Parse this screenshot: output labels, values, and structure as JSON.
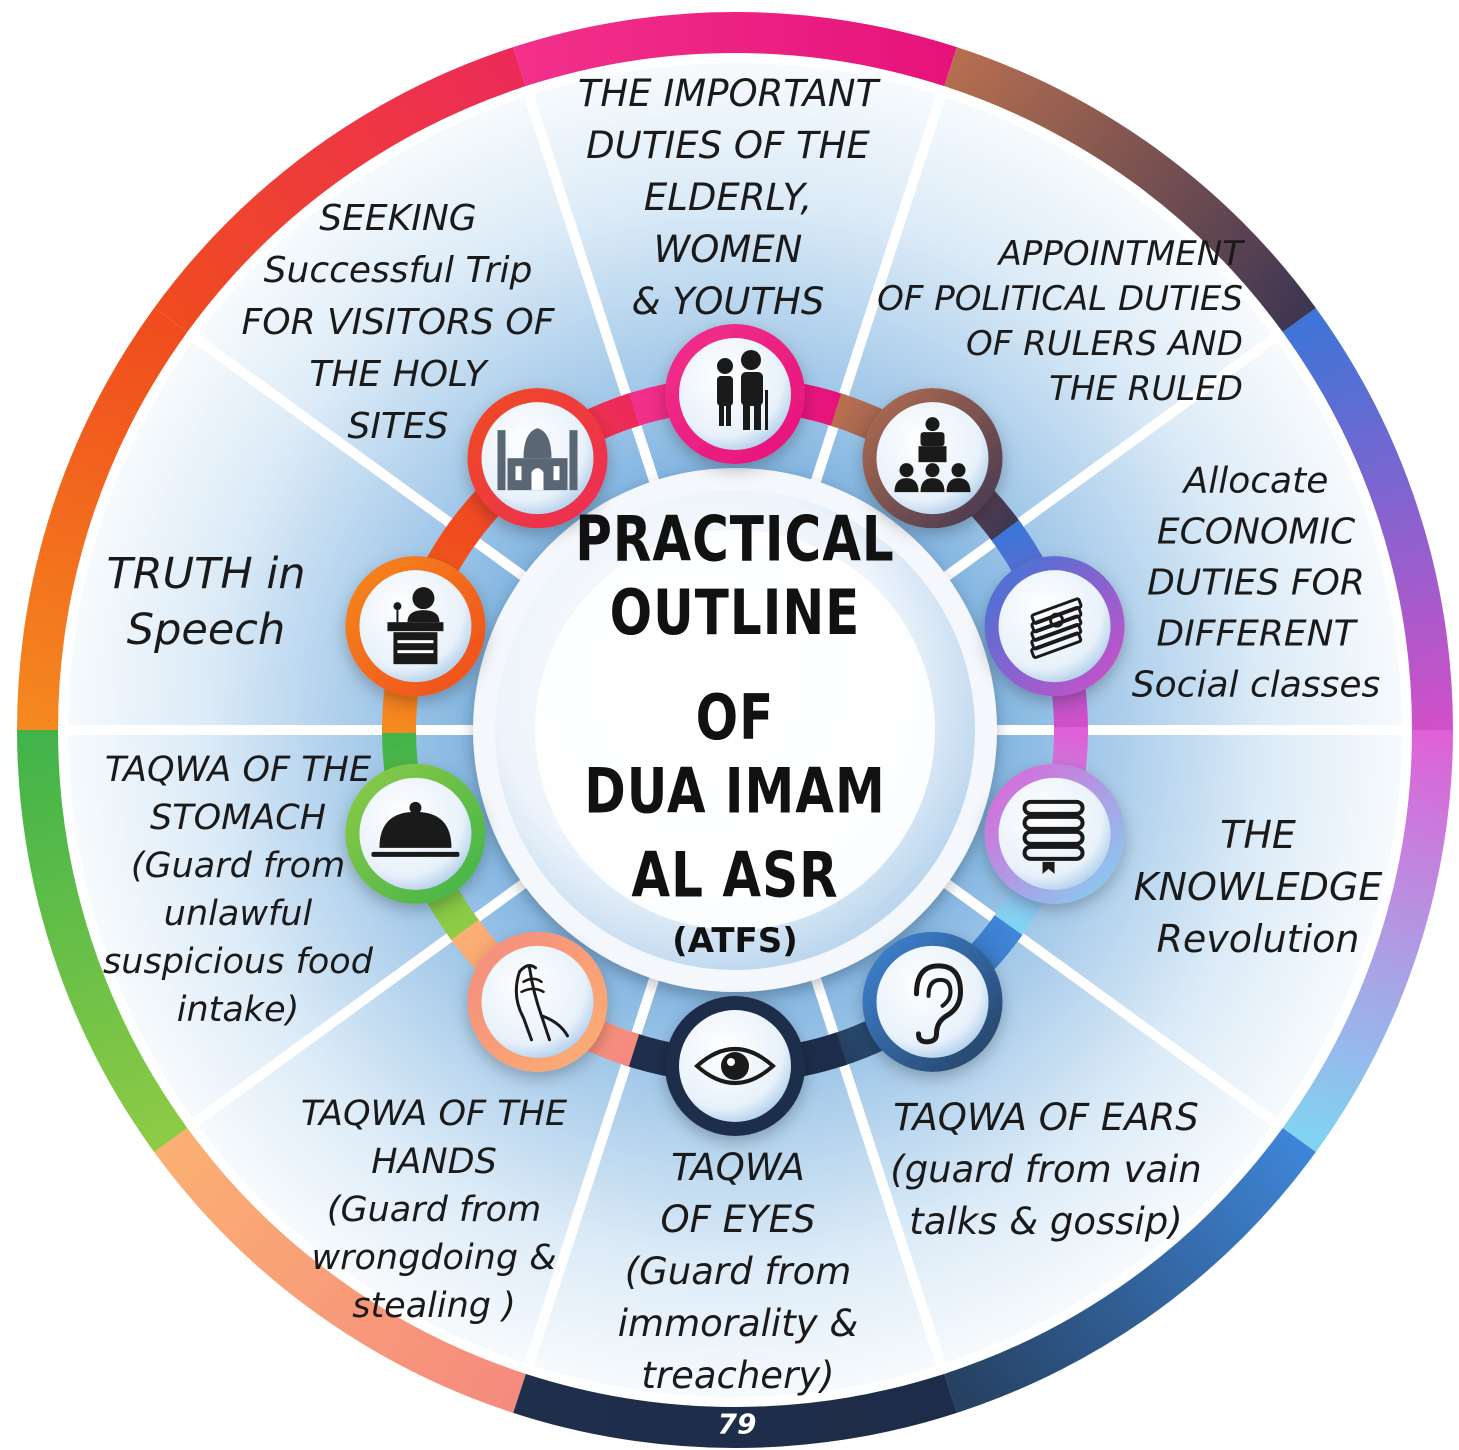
{
  "center": {
    "title_lines": [
      "PRACTICAL",
      "OUTLINE OF",
      "DUA IMAM",
      "AL ASR"
    ],
    "subtitle": "(ATFS)"
  },
  "segments": [
    {
      "id": "duties-elderly",
      "color_start": "#f2318b",
      "color_end": "#e6127a",
      "icon": "elderly-and-child-icon",
      "lines": [
        "THE IMPORTANT",
        "DUTIES OF THE",
        "ELDERLY,",
        "WOMEN",
        "& YOUTHS"
      ]
    },
    {
      "id": "political-duties",
      "color_start": "#b86f4f",
      "color_end": "#3d3552",
      "icon": "speaker-at-podium-icon",
      "lines": [
        "APPOINTMENT",
        "OF POLITICAL DUTIES",
        "OF RULERS AND",
        "THE RULED"
      ]
    },
    {
      "id": "economic-duties",
      "color_start": "#3a76d6",
      "color_end": "#d44fc8",
      "icon": "money-stack-icon",
      "lines": [
        "Allocate",
        "ECONOMIC",
        "DUTIES FOR",
        "DIFFERENT",
        "Social classes"
      ]
    },
    {
      "id": "knowledge-revolution",
      "color_start": "#e05fd6",
      "color_end": "#7ed6f2",
      "icon": "books-icon",
      "lines": [
        "THE",
        "KNOWLEDGE",
        "Revolution"
      ]
    },
    {
      "id": "taqwa-ears",
      "color_start": "#3f86d9",
      "color_end": "#253f5e",
      "icon": "ear-icon",
      "lines": [
        "TAQWA OF EARS",
        "(guard from vain",
        "talks & gossip)"
      ]
    },
    {
      "id": "taqwa-eyes",
      "color_start": "#1d2c48",
      "color_end": "#1f2e4a",
      "icon": "eye-icon",
      "lines": [
        "TAQWA",
        "OF EYES",
        "(Guard from",
        "immorality &",
        "treachery)"
      ]
    },
    {
      "id": "taqwa-hands",
      "color_start": "#f58a7e",
      "color_end": "#fbb072",
      "icon": "folded-hands-icon",
      "lines": [
        "TAQWA OF THE",
        "HANDS",
        "(Guard from",
        "wrongdoing &",
        "stealing )"
      ]
    },
    {
      "id": "taqwa-stomach",
      "color_start": "#8fcb45",
      "color_end": "#3fb34a",
      "icon": "food-cloche-icon",
      "lines": [
        "TAQWA OF THE",
        "STOMACH",
        "(Guard from",
        "unlawful",
        "suspicious food",
        "intake)"
      ]
    },
    {
      "id": "truth-speech",
      "color_start": "#f58a1f",
      "color_end": "#f04a1d",
      "icon": "lectern-speaker-icon",
      "lines": [
        "TRUTH in",
        "Speech"
      ]
    },
    {
      "id": "seeking-trip",
      "color_start": "#f04c1f",
      "color_end": "#ec2a5a",
      "icon": "mosque-icon",
      "lines": [
        "SEEKING",
        "Successful Trip",
        "FOR VISITORS OF",
        "THE HOLY",
        "SITES"
      ]
    }
  ],
  "page_number": "79"
}
